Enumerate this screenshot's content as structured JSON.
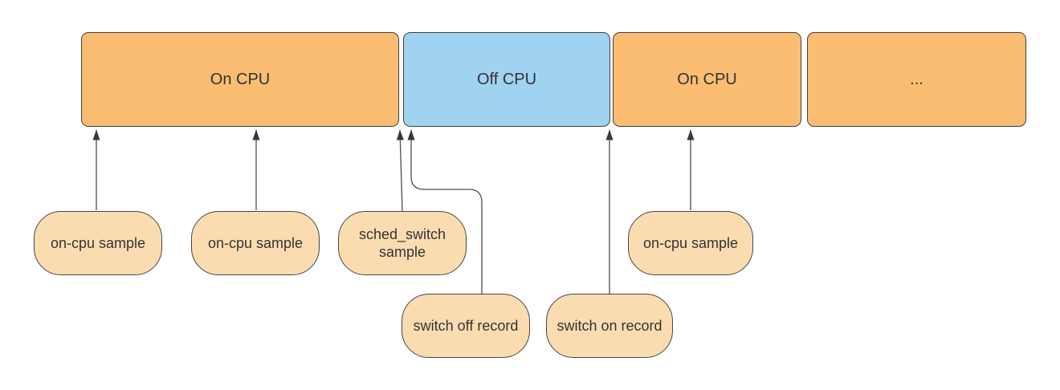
{
  "colors": {
    "on_cpu_fill": "#FABD71",
    "off_cpu_fill": "#A0D3F0",
    "annotation_fill": "#FBDCB1",
    "shape_border": "#404040",
    "arrow_line": "#4D4D4D",
    "arrowhead_fill": "#383838",
    "text": "#333333",
    "background": "#FFFFFF"
  },
  "timeline": {
    "segments": [
      {
        "id": "on-cpu-1",
        "label": "On CPU"
      },
      {
        "id": "off-cpu",
        "label": "Off CPU"
      },
      {
        "id": "on-cpu-2",
        "label": "On CPU"
      },
      {
        "id": "continuation",
        "label": "..."
      }
    ]
  },
  "annotations": [
    {
      "id": "on-cpu-sample-1",
      "label": "on-cpu sample",
      "points_to": "on-cpu-1"
    },
    {
      "id": "on-cpu-sample-2",
      "label": "on-cpu sample",
      "points_to": "on-cpu-1"
    },
    {
      "id": "sched-switch-sample",
      "label": "sched_switch sample",
      "points_to": "end of on-cpu-1"
    },
    {
      "id": "switch-off-record",
      "label": "switch off record",
      "points_to": "start of off-cpu"
    },
    {
      "id": "switch-on-record",
      "label": "switch on record",
      "points_to": "start of on-cpu-2"
    },
    {
      "id": "on-cpu-sample-3",
      "label": "on-cpu sample",
      "points_to": "on-cpu-2"
    }
  ]
}
